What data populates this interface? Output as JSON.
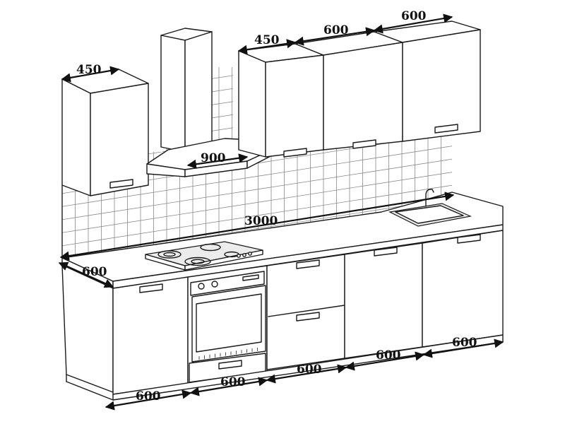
{
  "dimensions": {
    "upper_left_width": "450",
    "upper_mid_width": "450",
    "upper_center_width": "600",
    "upper_right_width": "600",
    "hood_width": "900",
    "total_length": "3000",
    "depth": "600",
    "base_1": "600",
    "base_2": "600",
    "base_3": "600",
    "base_4": "600",
    "base_5": "600"
  }
}
